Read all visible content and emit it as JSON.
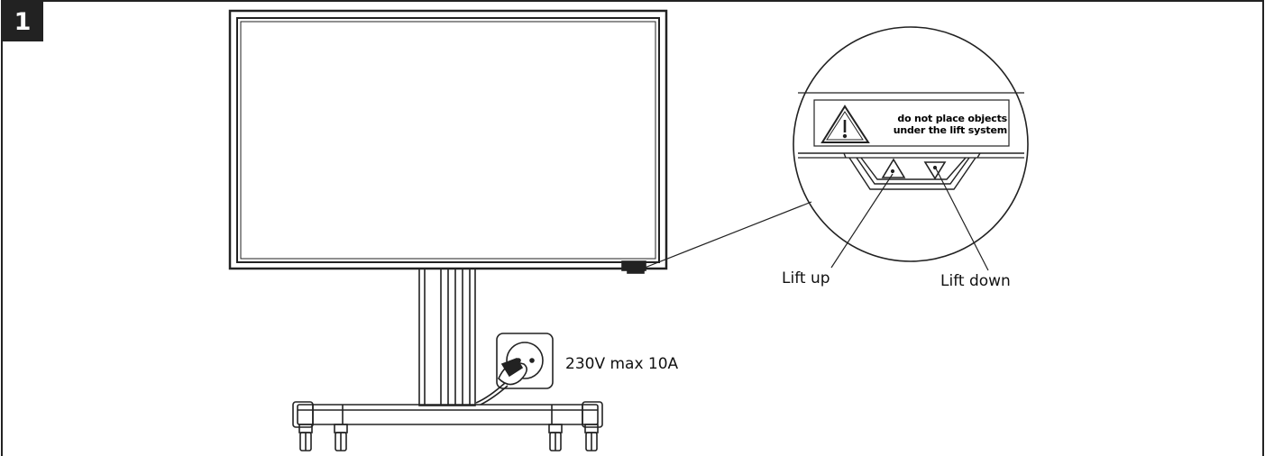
{
  "step": {
    "number": "1"
  },
  "labels": {
    "lift_up": "Lift up",
    "lift_down": "Lift down",
    "power": "230V max 10A"
  },
  "warning": {
    "line1": "do not place objects",
    "line2": "under the lift system"
  },
  "colors": {
    "stroke": "#222222",
    "badge": "#222222",
    "background": "#ffffff"
  },
  "icons": [
    "warning-triangle-icon",
    "arrow-up-icon",
    "arrow-down-icon",
    "power-socket-icon",
    "plug-icon"
  ]
}
